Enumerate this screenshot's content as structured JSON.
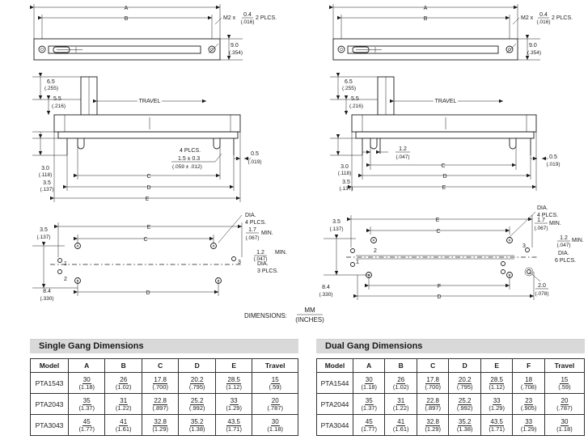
{
  "drawing_labels": {
    "A": "A",
    "B": "B",
    "C": "C",
    "D": "D",
    "E": "E",
    "F": "F",
    "travel": "TRAVEL",
    "m2x": "M2 x",
    "m2_mm": "0.4",
    "m2_in": "(.016)",
    "m2_note": "2 PLCS.",
    "w9_mm": "9.0",
    "w9_in": "(.354)",
    "d65_mm": "6.5",
    "d65_in": "(.255)",
    "d55_mm": "5.5",
    "d55_in": "(.216)",
    "d30_mm": "3.0",
    "d30_in": "(.118)",
    "d35_mm": "3.5",
    "d35_in": "(.137)",
    "plcs4": "4 PLCS.",
    "pin_mm": "1.5 ± 0.3",
    "pin_in": "(.059 ± .012)",
    "d05_mm": "0.5",
    "d05_in": "(.019)",
    "d12_mm": "1.2",
    "d12_in": "(.047)",
    "dia": "DIA.",
    "dia4": "4 PLCS.",
    "d17_mm": "1.7",
    "d17_in": "(.067)",
    "min": "MIN.",
    "dia3": "3 PLCS.",
    "dia6": "6 PLCS.",
    "d84_mm": "8.4",
    "d84_in": "(.330)",
    "d20_mm": "2.0",
    "d20_in": "(.078)",
    "n1": "1",
    "n2": "2",
    "n3": "3",
    "dimensions_label": "DIMENSIONS:",
    "dimensions_mm": "MM",
    "dimensions_in": "(INCHES)"
  },
  "single_gang": {
    "title": "Single Gang Dimensions",
    "headers": [
      "Model",
      "A",
      "B",
      "C",
      "D",
      "E",
      "Travel"
    ],
    "rows": [
      {
        "model": "PTA1543",
        "cells": [
          [
            "30",
            "(1.18)"
          ],
          [
            "26",
            "(1.02)"
          ],
          [
            "17.8",
            "(.700)"
          ],
          [
            "20.2",
            "(.795)"
          ],
          [
            "28.5",
            "(1.12)"
          ],
          [
            "15",
            "(.59)"
          ]
        ]
      },
      {
        "model": "PTA2043",
        "cells": [
          [
            "35",
            "(1.37)"
          ],
          [
            "31",
            "(1.22)"
          ],
          [
            "22.8",
            "(.897)"
          ],
          [
            "25.2",
            "(.992)"
          ],
          [
            "33",
            "(1.29)"
          ],
          [
            "20",
            "(.787)"
          ]
        ]
      },
      {
        "model": "PTA3043",
        "cells": [
          [
            "45",
            "(1.77)"
          ],
          [
            "41",
            "(1.61)"
          ],
          [
            "32.8",
            "(1.29)"
          ],
          [
            "35.2",
            "(1.38)"
          ],
          [
            "43.5",
            "(1.71)"
          ],
          [
            "30",
            "(1.18)"
          ]
        ]
      }
    ]
  },
  "dual_gang": {
    "title": "Dual Gang Dimensions",
    "headers": [
      "Model",
      "A",
      "B",
      "C",
      "D",
      "E",
      "F",
      "Travel"
    ],
    "rows": [
      {
        "model": "PTA1544",
        "cells": [
          [
            "30",
            "(1.18)"
          ],
          [
            "26",
            "(1.02)"
          ],
          [
            "17.8",
            "(.700)"
          ],
          [
            "20.2",
            "(.795)"
          ],
          [
            "28.5",
            "(1.12)"
          ],
          [
            "18",
            "(.708)"
          ],
          [
            "15",
            "(.59)"
          ]
        ]
      },
      {
        "model": "PTA2044",
        "cells": [
          [
            "35",
            "(1.37)"
          ],
          [
            "31",
            "(1.22)"
          ],
          [
            "22.8",
            "(.897)"
          ],
          [
            "25.2",
            "(.992)"
          ],
          [
            "33",
            "(1.29)"
          ],
          [
            "23",
            "(.905)"
          ],
          [
            "20",
            "(.787)"
          ]
        ]
      },
      {
        "model": "PTA3044",
        "cells": [
          [
            "45",
            "(1.77)"
          ],
          [
            "41",
            "(1.61)"
          ],
          [
            "32.8",
            "(1.29)"
          ],
          [
            "35.2",
            "(1.38)"
          ],
          [
            "43.5",
            "(1.71)"
          ],
          [
            "33",
            "(1.29)"
          ],
          [
            "30",
            "(1.18)"
          ]
        ]
      }
    ]
  }
}
